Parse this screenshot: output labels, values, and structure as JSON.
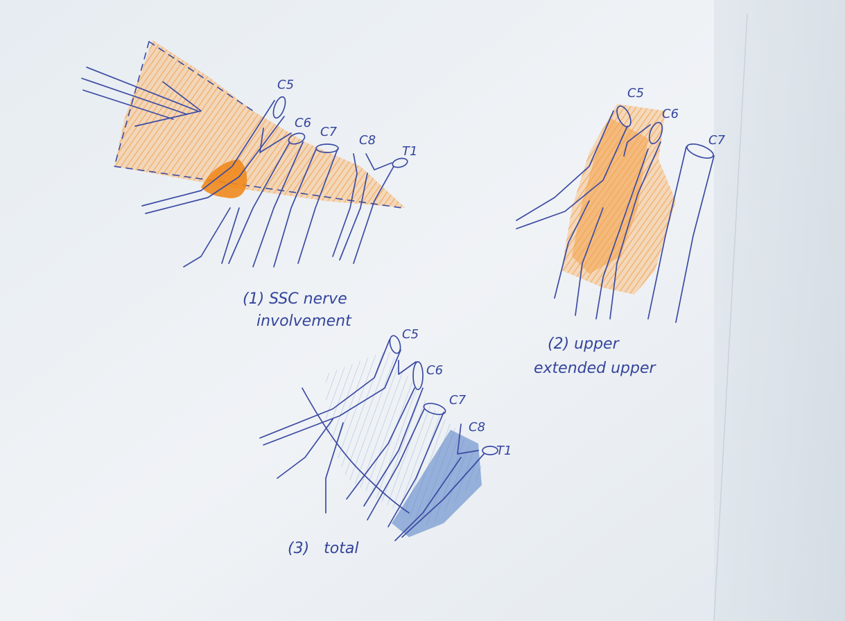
{
  "diagrams": [
    {
      "id": "ssc",
      "caption_line1": "(1)  SSC nerve",
      "caption_line2": "involvement",
      "roots": [
        "C5",
        "C6",
        "C7",
        "C8",
        "T1"
      ]
    },
    {
      "id": "upper-extended",
      "caption_line1": "(2) upper",
      "caption_line2": "extended upper",
      "roots": [
        "C5",
        "C6",
        "C7"
      ]
    },
    {
      "id": "total",
      "caption_line1": "(3)   total",
      "roots": [
        "C5",
        "C6",
        "C7",
        "C8",
        "T1"
      ]
    }
  ],
  "colors": {
    "paper": "#eef2f5",
    "ink": "#3b4ba3",
    "orange": "#f4a24a",
    "orange_dark": "#f08a1e",
    "blue_pencil": "#5b86c8"
  }
}
